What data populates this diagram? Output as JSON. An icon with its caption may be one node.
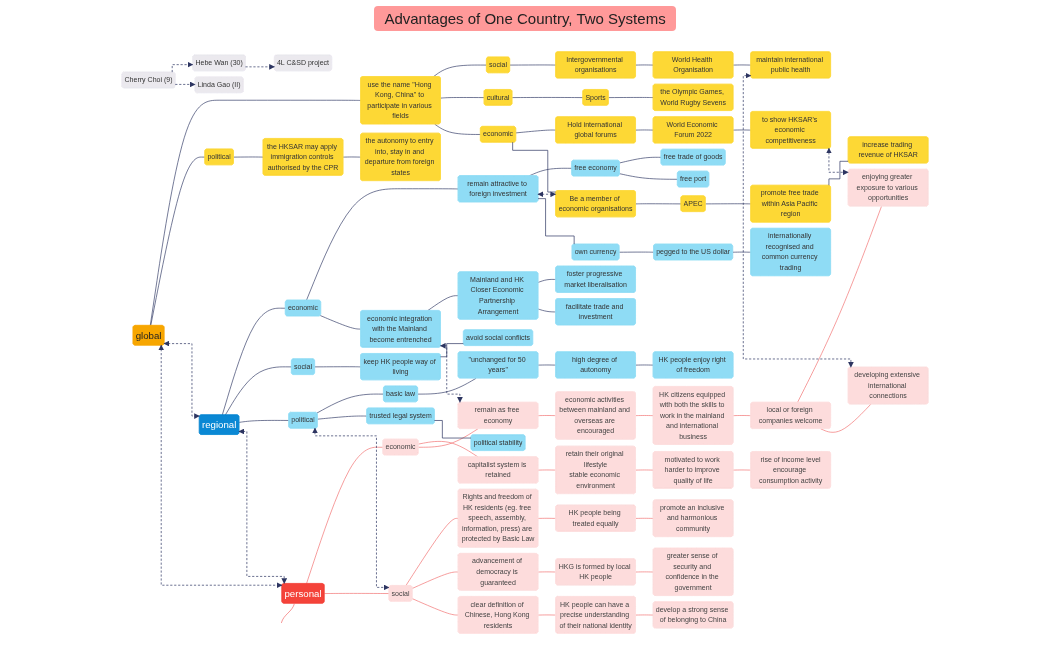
{
  "diagram": {
    "title": "Advantages of One Country, Two Systems",
    "nodes": [
      {
        "text": [
          "Cherry Choi (9)"
        ]
      },
      {
        "text": [
          "Hebe Wan (30)"
        ]
      },
      {
        "text": [
          "Linda Gao (II)"
        ]
      },
      {
        "text": [
          "4L C&SD project"
        ]
      },
      {
        "text": [
          "global"
        ]
      },
      {
        "text": [
          "use the name \"Hong Kong, China\" to participate in various fields"
        ]
      },
      {
        "text": [
          "social"
        ]
      },
      {
        "text": [
          "Intergovernmental organisations"
        ]
      },
      {
        "text": [
          "World Health Organisation"
        ]
      },
      {
        "text": [
          "maintain international public health"
        ]
      },
      {
        "text": [
          "cultural"
        ]
      },
      {
        "text": [
          "Sports"
        ]
      },
      {
        "text": [
          "the Olympic Games, World Rugby Sevens"
        ]
      },
      {
        "text": [
          "economic"
        ]
      },
      {
        "text": [
          "Hold international global forums"
        ]
      },
      {
        "text": [
          "World Economic Forum 2022"
        ]
      },
      {
        "text": [
          "to show HKSAR's economic competitiveness"
        ]
      },
      {
        "text": [
          "Be a member of economic organisations"
        ]
      },
      {
        "text": [
          "APEC"
        ]
      },
      {
        "text": [
          "promote free trade within Asia Pacific region"
        ]
      },
      {
        "text": [
          "increase trading revenue of HKSAR"
        ]
      },
      {
        "text": [
          "political"
        ]
      },
      {
        "text": [
          "the HKSAR may apply immigration controls authorised by the CPR"
        ]
      },
      {
        "text": [
          "the autonomy to entry into, stay in and departure from foreign states"
        ]
      },
      {
        "text": [
          "regional"
        ]
      },
      {
        "text": [
          "economic"
        ]
      },
      {
        "text": [
          "remain attractive to foreign investment"
        ]
      },
      {
        "text": [
          "free economy"
        ]
      },
      {
        "text": [
          "free trade of goods"
        ]
      },
      {
        "text": [
          "free port"
        ]
      },
      {
        "text": [
          "own currency"
        ]
      },
      {
        "text": [
          "pegged to the US dollar"
        ]
      },
      {
        "text": [
          "internationally recognised and common currency trading"
        ]
      },
      {
        "text": [
          "economic integration with the Mainland become entrenched"
        ]
      },
      {
        "text": [
          "Mainland and HK Closer Economic Partnership Arrangement"
        ]
      },
      {
        "text": [
          "foster progressive market liberalisation"
        ]
      },
      {
        "text": [
          "facilitate trade and investment"
        ]
      },
      {
        "text": [
          "social"
        ]
      },
      {
        "text": [
          "keep HK people way of living"
        ]
      },
      {
        "text": [
          "avoid social conflicts"
        ]
      },
      {
        "text": [
          "political"
        ]
      },
      {
        "text": [
          "basic law"
        ]
      },
      {
        "text": [
          "\"unchanged for 50 years\""
        ]
      },
      {
        "text": [
          "high degree of autonomy"
        ]
      },
      {
        "text": [
          "HK people enjoy right of freedom"
        ]
      },
      {
        "text": [
          "trusted legal system"
        ]
      },
      {
        "text": [
          "political stability"
        ]
      },
      {
        "text": [
          "personal"
        ]
      },
      {
        "text": [
          "economic"
        ]
      },
      {
        "text": [
          "capitalist system is retained"
        ]
      },
      {
        "text": [
          "retain their original lifestyle",
          "stable economic environment"
        ]
      },
      {
        "text": [
          "motivated to work harder to improve quality of life"
        ]
      },
      {
        "text": [
          "rise of income level",
          "encourage consumption activity"
        ]
      },
      {
        "text": [
          "remain as free economy"
        ]
      },
      {
        "text": [
          "economic activities between mainland and overseas are encouraged"
        ]
      },
      {
        "text": [
          "HK citizens equipped with both the skills to work in the mainland and international business"
        ]
      },
      {
        "text": [
          "local or foreign companies welcome"
        ]
      },
      {
        "text": [
          "enjoying greater exposure to various opportunities"
        ]
      },
      {
        "text": [
          "developing extensive international connections"
        ]
      },
      {
        "text": [
          "social"
        ]
      },
      {
        "text": [
          "Rights and freedom of HK residents (eg. free speech, assembly, information, press) are protected by Basic Law"
        ]
      },
      {
        "text": [
          "HK people being treated equally"
        ]
      },
      {
        "text": [
          "promote an inclusive and harmonious community"
        ]
      },
      {
        "text": [
          "advancement of democracy is guaranteed"
        ]
      },
      {
        "text": [
          "HKG is formed by local HK people"
        ]
      },
      {
        "text": [
          "greater sense of security and confidence in the government"
        ]
      },
      {
        "text": [
          "clear definition of Chinese, Hong Kong residents"
        ]
      },
      {
        "text": [
          "HK people can have a precise understanding of their national identity"
        ]
      },
      {
        "text": [
          "develop a strong sense of belonging to China"
        ]
      }
    ],
    "edges": [
      {
        "from": 0,
        "to": 1,
        "arrow": "to",
        "style": "dashed"
      },
      {
        "from": 0,
        "to": 2,
        "arrow": "to",
        "style": "dashed"
      },
      {
        "from": 1,
        "to": 3,
        "arrow": "to",
        "style": "dashed"
      },
      {
        "from": 4,
        "to": 5,
        "arrow": "none"
      },
      {
        "from": 5,
        "to": 6,
        "arrow": "none"
      },
      {
        "from": 6,
        "to": 7,
        "arrow": "none"
      },
      {
        "from": 7,
        "to": 8,
        "arrow": "none"
      },
      {
        "from": 8,
        "to": 9,
        "arrow": "none"
      },
      {
        "from": 5,
        "to": 10,
        "arrow": "none"
      },
      {
        "from": 10,
        "to": 11,
        "arrow": "none"
      },
      {
        "from": 11,
        "to": 12,
        "arrow": "none"
      },
      {
        "from": 5,
        "to": 13,
        "arrow": "none"
      },
      {
        "from": 13,
        "to": 14,
        "arrow": "none"
      },
      {
        "from": 14,
        "to": 15,
        "arrow": "none"
      },
      {
        "from": 15,
        "to": 16,
        "arrow": "none"
      },
      {
        "from": 13,
        "to": 17,
        "arrow": "none"
      },
      {
        "from": 17,
        "to": 18,
        "arrow": "none"
      },
      {
        "from": 18,
        "to": 19,
        "arrow": "none"
      },
      {
        "from": 19,
        "to": 20,
        "arrow": "none"
      },
      {
        "from": 4,
        "to": 21,
        "arrow": "none"
      },
      {
        "from": 21,
        "to": 22,
        "arrow": "none"
      },
      {
        "from": 22,
        "to": 23,
        "arrow": "none"
      },
      {
        "from": 24,
        "to": 25,
        "arrow": "none"
      },
      {
        "from": 25,
        "to": 26,
        "arrow": "none"
      },
      {
        "from": 26,
        "to": 27,
        "arrow": "none"
      },
      {
        "from": 27,
        "to": 28,
        "arrow": "none"
      },
      {
        "from": 27,
        "to": 29,
        "arrow": "none"
      },
      {
        "from": 26,
        "to": 30,
        "arrow": "none"
      },
      {
        "from": 30,
        "to": 31,
        "arrow": "none"
      },
      {
        "from": 31,
        "to": 32,
        "arrow": "none"
      },
      {
        "from": 25,
        "to": 33,
        "arrow": "none"
      },
      {
        "from": 33,
        "to": 34,
        "arrow": "none"
      },
      {
        "from": 34,
        "to": 35,
        "arrow": "none"
      },
      {
        "from": 34,
        "to": 36,
        "arrow": "none"
      },
      {
        "from": 24,
        "to": 37,
        "arrow": "none"
      },
      {
        "from": 37,
        "to": 38,
        "arrow": "none"
      },
      {
        "from": 38,
        "to": 39,
        "arrow": "none"
      },
      {
        "from": 24,
        "to": 40,
        "arrow": "none"
      },
      {
        "from": 40,
        "to": 41,
        "arrow": "none"
      },
      {
        "from": 41,
        "to": 42,
        "arrow": "none"
      },
      {
        "from": 42,
        "to": 43,
        "arrow": "none"
      },
      {
        "from": 43,
        "to": 44,
        "arrow": "none"
      },
      {
        "from": 40,
        "to": 45,
        "arrow": "none"
      },
      {
        "from": 45,
        "to": 46,
        "arrow": "none"
      },
      {
        "from": 47,
        "to": 48,
        "arrow": "none",
        "color": "#f26b6b"
      },
      {
        "from": 48,
        "to": 49,
        "arrow": "none",
        "color": "#f26b6b"
      },
      {
        "from": 49,
        "to": 50,
        "arrow": "none",
        "color": "#f26b6b"
      },
      {
        "from": 50,
        "to": 51,
        "arrow": "none",
        "color": "#f26b6b"
      },
      {
        "from": 51,
        "to": 52,
        "arrow": "none",
        "color": "#f26b6b"
      },
      {
        "from": 48,
        "to": 53,
        "arrow": "none",
        "color": "#f26b6b"
      },
      {
        "from": 53,
        "to": 54,
        "arrow": "none",
        "color": "#f26b6b"
      },
      {
        "from": 54,
        "to": 55,
        "arrow": "none",
        "color": "#f26b6b"
      },
      {
        "from": 55,
        "to": 56,
        "arrow": "none",
        "color": "#f26b6b"
      },
      {
        "from": 56,
        "to": 57,
        "arrow": "none",
        "color": "#f26b6b"
      },
      {
        "from": 56,
        "to": 58,
        "arrow": "none",
        "color": "#f26b6b"
      },
      {
        "from": 47,
        "to": 59,
        "arrow": "none",
        "color": "#f26b6b"
      },
      {
        "from": 59,
        "to": 60,
        "arrow": "none",
        "color": "#f26b6b"
      },
      {
        "from": 60,
        "to": 61,
        "arrow": "none",
        "color": "#f26b6b"
      },
      {
        "from": 61,
        "to": 62,
        "arrow": "none",
        "color": "#f26b6b"
      },
      {
        "from": 59,
        "to": 63,
        "arrow": "none",
        "color": "#f26b6b"
      },
      {
        "from": 63,
        "to": 64,
        "arrow": "none",
        "color": "#f26b6b"
      },
      {
        "from": 64,
        "to": 65,
        "arrow": "none",
        "color": "#f26b6b"
      },
      {
        "from": 59,
        "to": 66,
        "arrow": "none",
        "color": "#f26b6b"
      },
      {
        "from": 66,
        "to": 67,
        "arrow": "none",
        "color": "#f26b6b"
      },
      {
        "from": 67,
        "to": 68,
        "arrow": "none",
        "color": "#f26b6b"
      },
      {
        "from": 47,
        "to": null,
        "arrow": "none",
        "color": "#f26b6b"
      },
      {
        "from": 4,
        "to": 24,
        "arrow": "both",
        "style": "dashed"
      },
      {
        "from": 24,
        "to": 47,
        "arrow": "both",
        "style": "dashed"
      },
      {
        "from": 4,
        "to": 47,
        "arrow": "both",
        "style": "dashed"
      },
      {
        "from": 26,
        "to": 17,
        "arrow": "both",
        "style": "dashed"
      },
      {
        "from": 33,
        "to": 53,
        "arrow": "both",
        "style": "dashed"
      },
      {
        "from": 40,
        "to": 59,
        "arrow": "both",
        "style": "dashed"
      },
      {
        "from": 9,
        "to": 58,
        "arrow": "both",
        "style": "dashed"
      },
      {
        "from": 16,
        "to": 57,
        "arrow": "both",
        "style": "dashed"
      }
    ]
  }
}
